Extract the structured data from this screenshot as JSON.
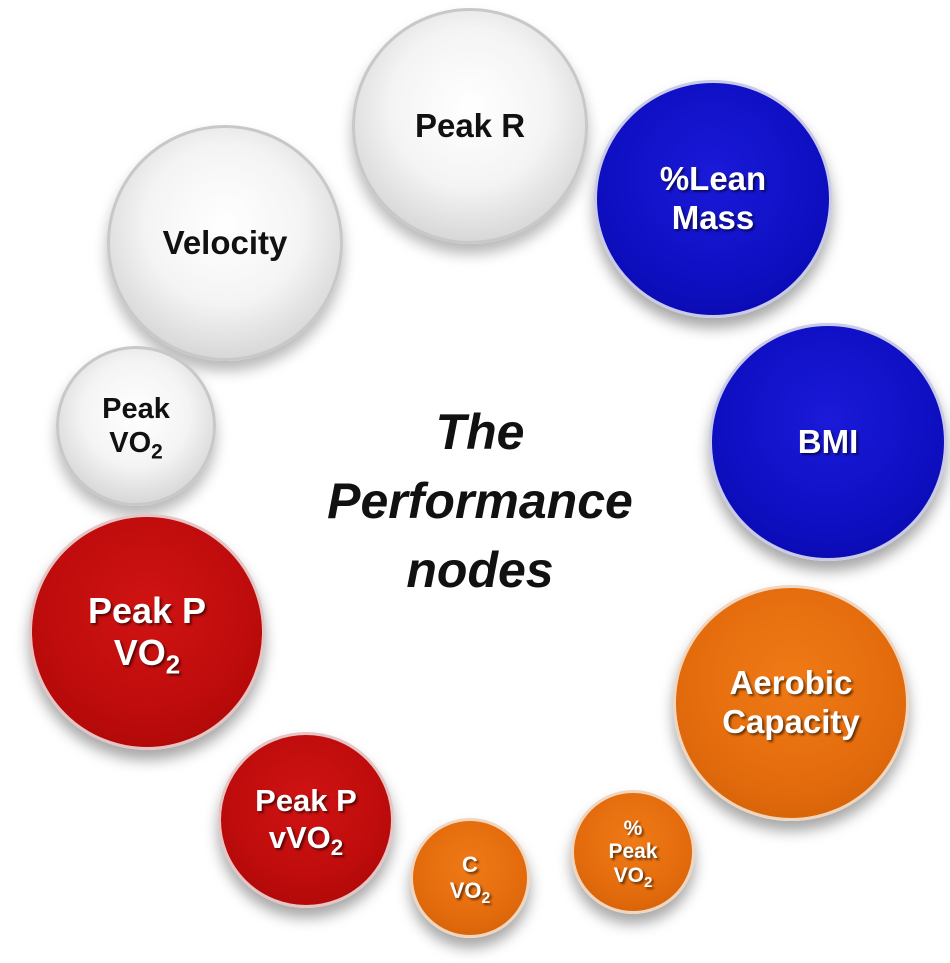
{
  "title": {
    "lines": [
      "The",
      "Performance",
      "nodes"
    ]
  },
  "nodes": [
    {
      "id": "peak-r",
      "lines": [
        "Peak R"
      ],
      "sub": [
        "",
        ""
      ],
      "color": "#d9d9d9"
    },
    {
      "id": "lean-mass",
      "lines": [
        "%Lean",
        "Mass"
      ],
      "sub": [
        "",
        ""
      ],
      "color": "#1010c0"
    },
    {
      "id": "velocity",
      "lines": [
        "Velocity"
      ],
      "sub": [
        "",
        ""
      ],
      "color": "#d9d9d9"
    },
    {
      "id": "bmi",
      "lines": [
        "BMI"
      ],
      "sub": [
        "",
        ""
      ],
      "color": "#1010c0"
    },
    {
      "id": "peak-vo2",
      "lines": [
        "Peak",
        "VO"
      ],
      "sub": [
        "",
        "2"
      ],
      "color": "#d9d9d9"
    },
    {
      "id": "peak-p-vo2",
      "lines": [
        "Peak P",
        "VO"
      ],
      "sub": [
        "",
        "2"
      ],
      "color": "#c00c0c"
    },
    {
      "id": "aerobic-capacity",
      "lines": [
        "Aerobic",
        "Capacity"
      ],
      "sub": [
        "",
        ""
      ],
      "color": "#e46c0d"
    },
    {
      "id": "peak-p-vvo2",
      "lines": [
        "Peak P",
        "vVO"
      ],
      "sub": [
        "",
        "2"
      ],
      "color": "#c00c0c"
    },
    {
      "id": "c-vo2",
      "lines": [
        "C",
        "VO"
      ],
      "sub": [
        "",
        "2"
      ],
      "color": "#e46c0d"
    },
    {
      "id": "pct-peak-vo2",
      "lines": [
        "%",
        "Peak",
        "VO"
      ],
      "sub": [
        "",
        "",
        "2"
      ],
      "color": "#e46c0d"
    }
  ]
}
